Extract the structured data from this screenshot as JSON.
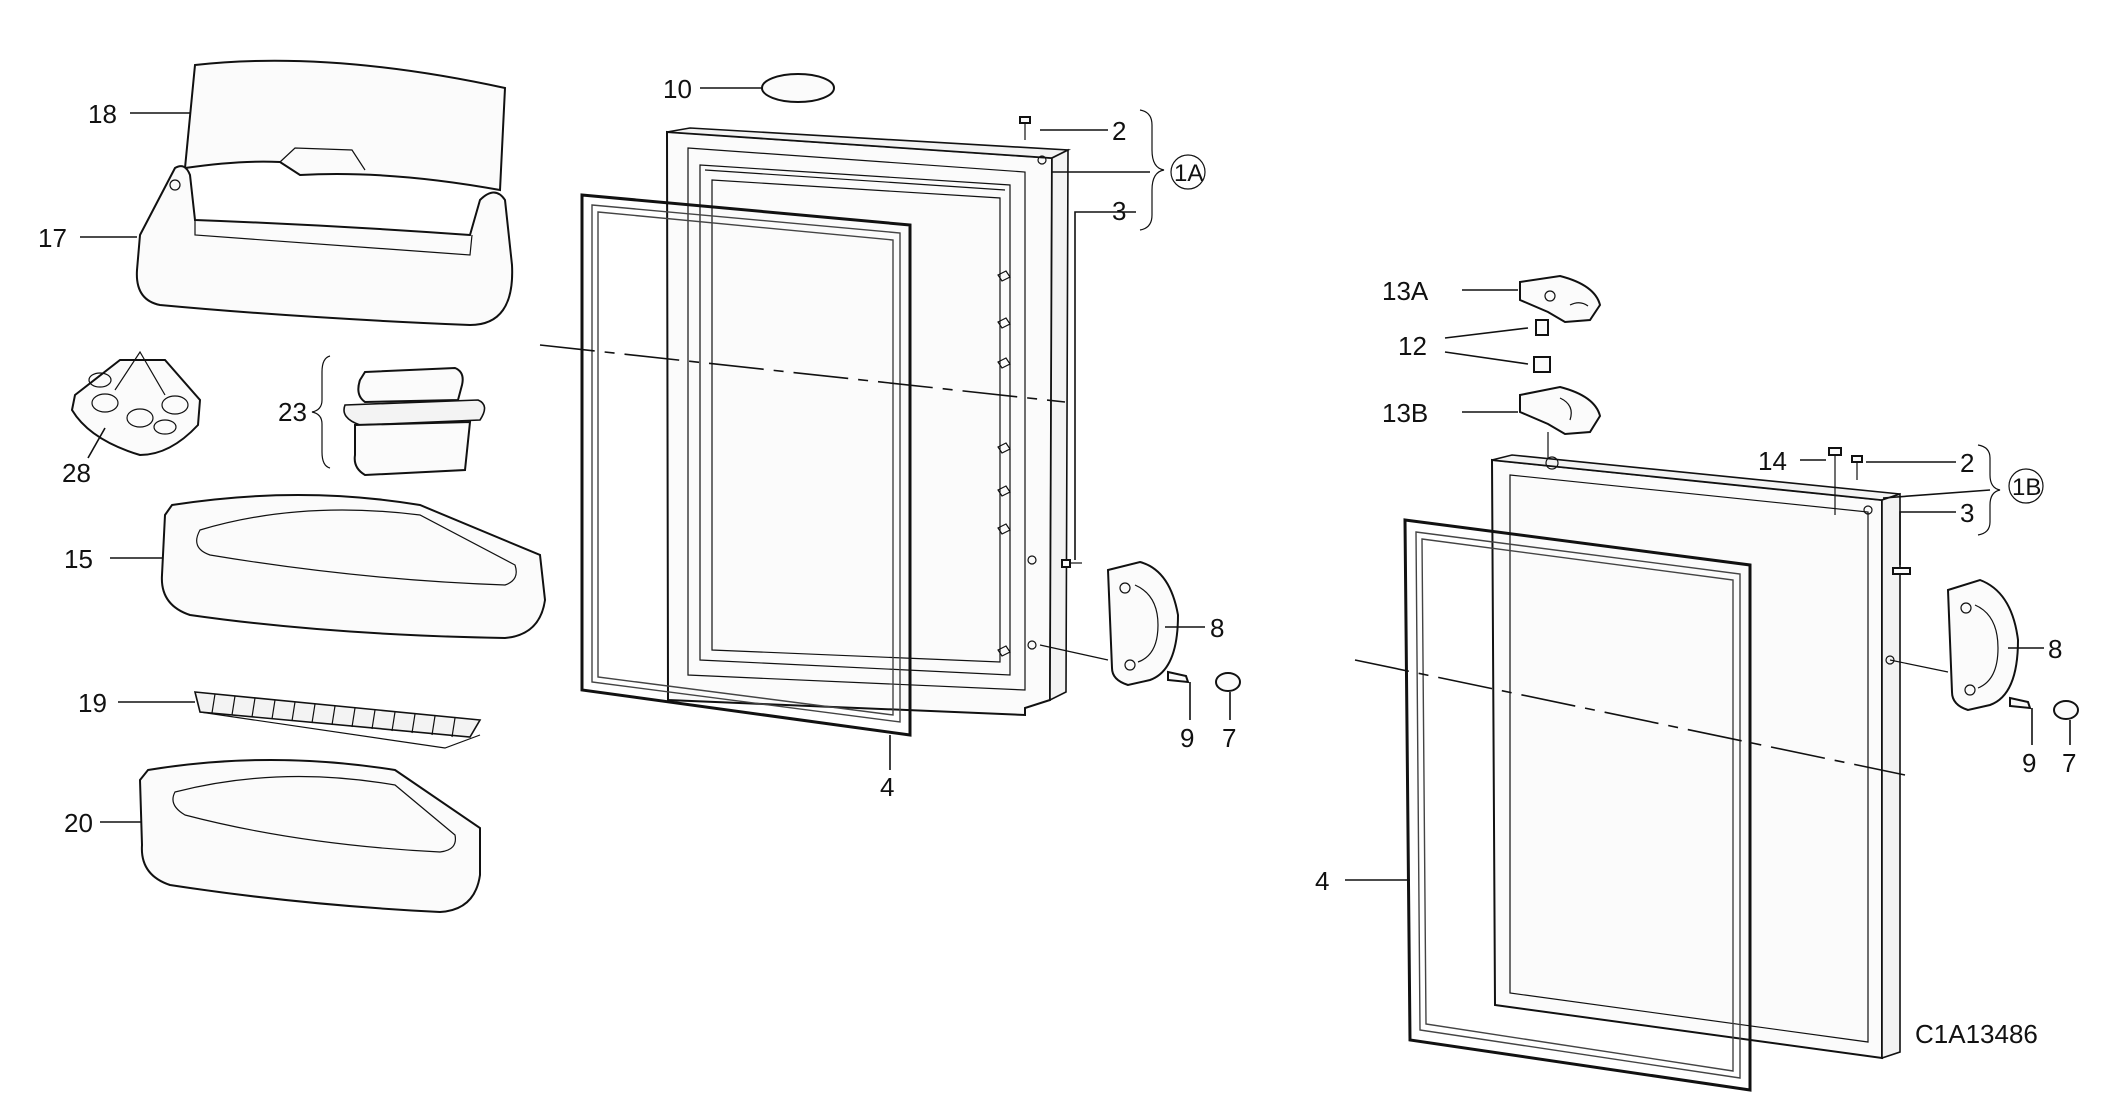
{
  "callouts": {
    "c18": "18",
    "c17": "17",
    "c28": "28",
    "c23": "23",
    "c15": "15",
    "c19": "19",
    "c20": "20",
    "c10": "10",
    "c2a": "2",
    "c1a": "1A",
    "c3a": "3",
    "c4a": "4",
    "c8a": "8",
    "c9a": "9",
    "c7a": "7",
    "c13a": "13A",
    "c12": "12",
    "c13b": "13B",
    "c14": "14",
    "c2b": "2",
    "c1b": "1B",
    "c3b": "3",
    "c8b": "8",
    "c9b": "9",
    "c7b": "7",
    "c4b": "4"
  },
  "drawing_code": "C1A13486"
}
